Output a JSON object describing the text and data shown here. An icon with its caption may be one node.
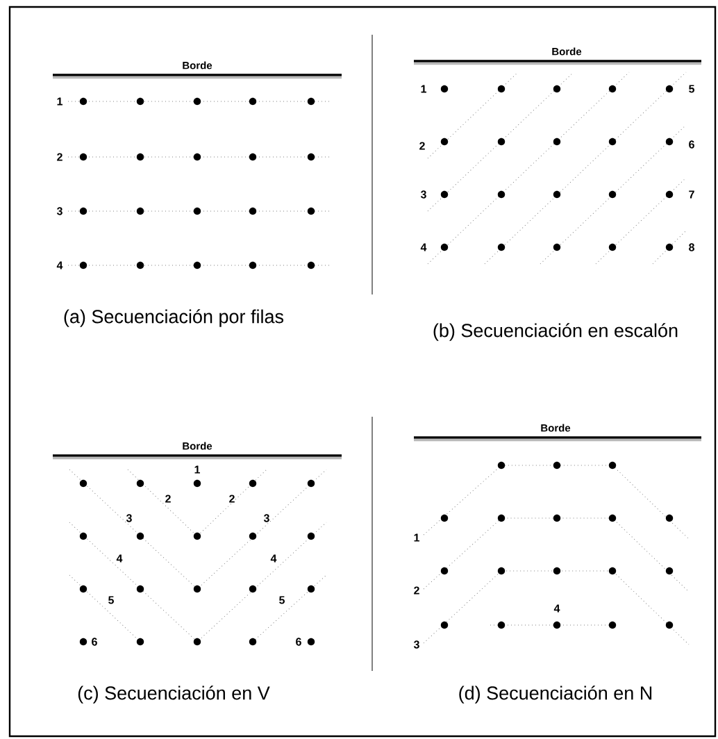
{
  "diagram": {
    "labels": [
      "Borde",
      "1",
      "2",
      "3",
      "4",
      "(a) Secuenciación por filas",
      "Borde",
      "1",
      "5",
      "2",
      "6",
      "3",
      "7",
      "4",
      "8",
      "(b) Secuenciación en escalón",
      "Borde",
      "1",
      "2",
      "2",
      "3",
      "3",
      "4",
      "4",
      "5",
      "5",
      "6",
      "6",
      "(c) Secuenciación en V",
      "Borde",
      "1",
      "2",
      "4",
      "3",
      "(d) Secuenciación en N"
    ]
  }
}
